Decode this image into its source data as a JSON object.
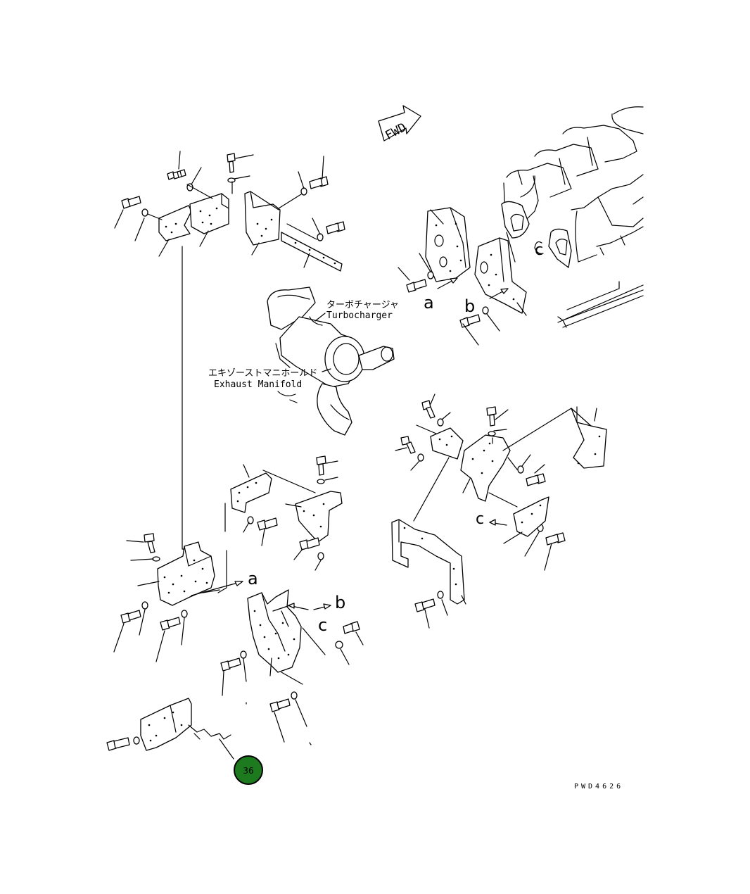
{
  "labels": {
    "fwd": "FWD",
    "turbocharger_jp": "ターボチャージャ",
    "turbocharger_en": "Turbocharger",
    "exhaust_manifold_jp": "エキゾーストマニホールド",
    "exhaust_manifold_en": "Exhaust Manifold",
    "ref_a": "a",
    "ref_b": "b",
    "ref_c": "c",
    "drawing_no": "PWD4626"
  },
  "callout": {
    "number": "36",
    "color": "#1e7a1e"
  },
  "icons": [
    "fwd-arrow-icon",
    "callout-marker-icon"
  ]
}
